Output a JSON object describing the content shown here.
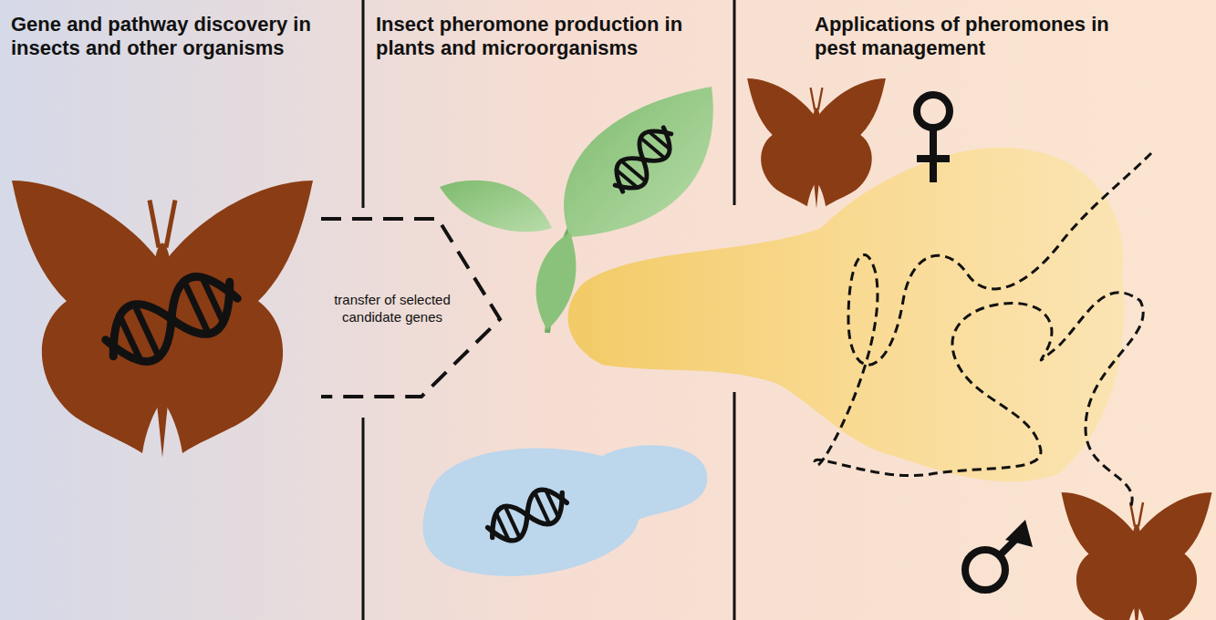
{
  "diagram": {
    "nodes": [
      {
        "text": [
          "transfer of selected candidate genes"
        ]
      }
    ],
    "labels": [
      "Gene and pathway discovery in insects and other organisms",
      "Insect pheromone production in plants and microorganisms",
      "Applications of pheromones in pest management"
    ]
  }
}
